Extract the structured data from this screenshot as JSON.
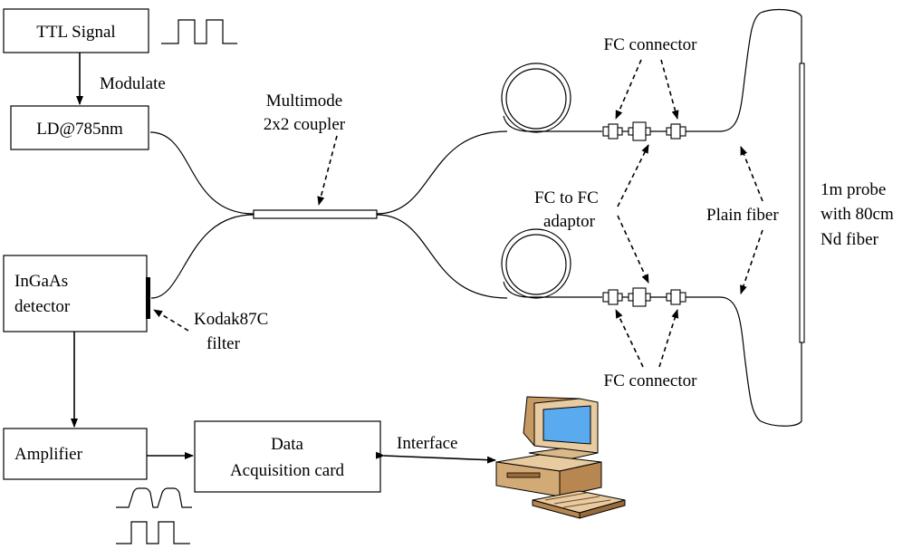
{
  "blocks": {
    "ttl_signal": "TTL Signal",
    "laser": "LD@785nm",
    "detector_line1": "InGaAs",
    "detector_line2": "detector",
    "amplifier": "Amplifier",
    "daq_line1": "Data",
    "daq_line2": "Acquisition card"
  },
  "labels": {
    "modulate": "Modulate",
    "coupler_line1": "Multimode",
    "coupler_line2": "2x2 coupler",
    "fc_connector_top": "FC connector",
    "fc_connector_bottom": "FC connector",
    "adaptor_line1": "FC to FC",
    "adaptor_line2": "adaptor",
    "plain_fiber": "Plain fiber",
    "probe_line1": "1m probe",
    "probe_line2": "with 80cm",
    "probe_line3": "Nd fiber",
    "filter_line1": "Kodak87C",
    "filter_line2": "filter",
    "interface": "Interface"
  },
  "icons": {
    "computer": "desktop-computer-icon",
    "pulse": "square-pulse-icon"
  },
  "colors": {
    "screen": "#5aaaf0",
    "monitor_body": "#e8cba0",
    "line": "#000000"
  }
}
